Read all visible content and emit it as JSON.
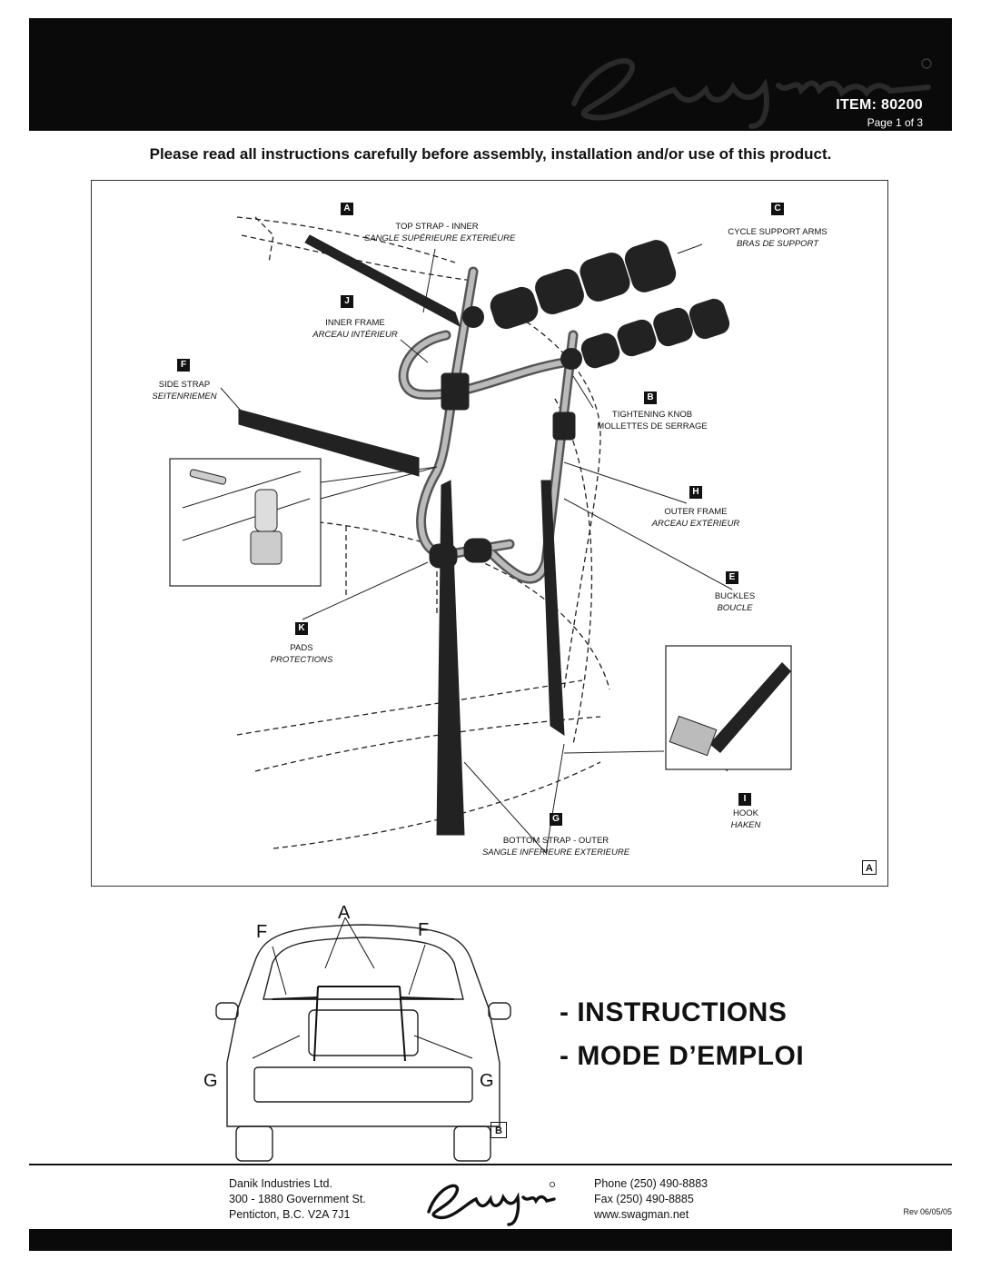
{
  "header": {
    "brand": "Swagman",
    "item": "ITEM: 80200",
    "page": "Page 1 of 3"
  },
  "notice": "Please read all instructions carefully before assembly, installation and/or use of this product.",
  "figure_a": {
    "tag": "A",
    "labels": {
      "A": {
        "key": "A",
        "en": "TOP STRAP - INNER",
        "fr": "SANGLE SUPÉRIEURE EXTERIÉURE"
      },
      "C": {
        "key": "C",
        "en": "CYCLE SUPPORT ARMS",
        "fr": "BRAS DE SUPPORT"
      },
      "J": {
        "key": "J",
        "en": "INNER FRAME",
        "fr": "ARCEAU INTÉRIEUR"
      },
      "F": {
        "key": "F",
        "en": "SIDE STRAP",
        "fr": "SEITENRIEMEN"
      },
      "B": {
        "key": "B",
        "en": "TIGHTENING KNOB",
        "fr": "MOLLETTES DE SERRAGE"
      },
      "H": {
        "key": "H",
        "en": "OUTER FRAME",
        "fr": "ARCEAU EXTÉRIEUR"
      },
      "E": {
        "key": "E",
        "en": "BUCKLES",
        "fr": "BOUCLE"
      },
      "K": {
        "key": "K",
        "en": "PADS",
        "fr": "PROTECTIONS"
      },
      "I": {
        "key": "I",
        "en": "HOOK",
        "fr": "HAKEN"
      },
      "G": {
        "key": "G",
        "en": "BOTTOM STRAP - OUTER",
        "fr": "SANGLE INFERIEURE EXTERIEURE"
      }
    }
  },
  "figure_b": {
    "tag": "B",
    "top_a": "A",
    "top_f_left": "F",
    "top_f_right": "F",
    "bottom_g_left": "G",
    "bottom_g_right": "G"
  },
  "titles": {
    "line1": "- INSTRUCTIONS",
    "line2": "- MODE D’EMPLOI"
  },
  "footer": {
    "company": "Danik Industries Ltd.",
    "address1": "300 - 1880 Government St.",
    "address2": "Penticton, B.C. V2A 7J1",
    "phone": "Phone (250) 490-8883",
    "fax": "Fax (250) 490-8885",
    "web": "www.swagman.net",
    "rev": "Rev 06/05/05"
  }
}
